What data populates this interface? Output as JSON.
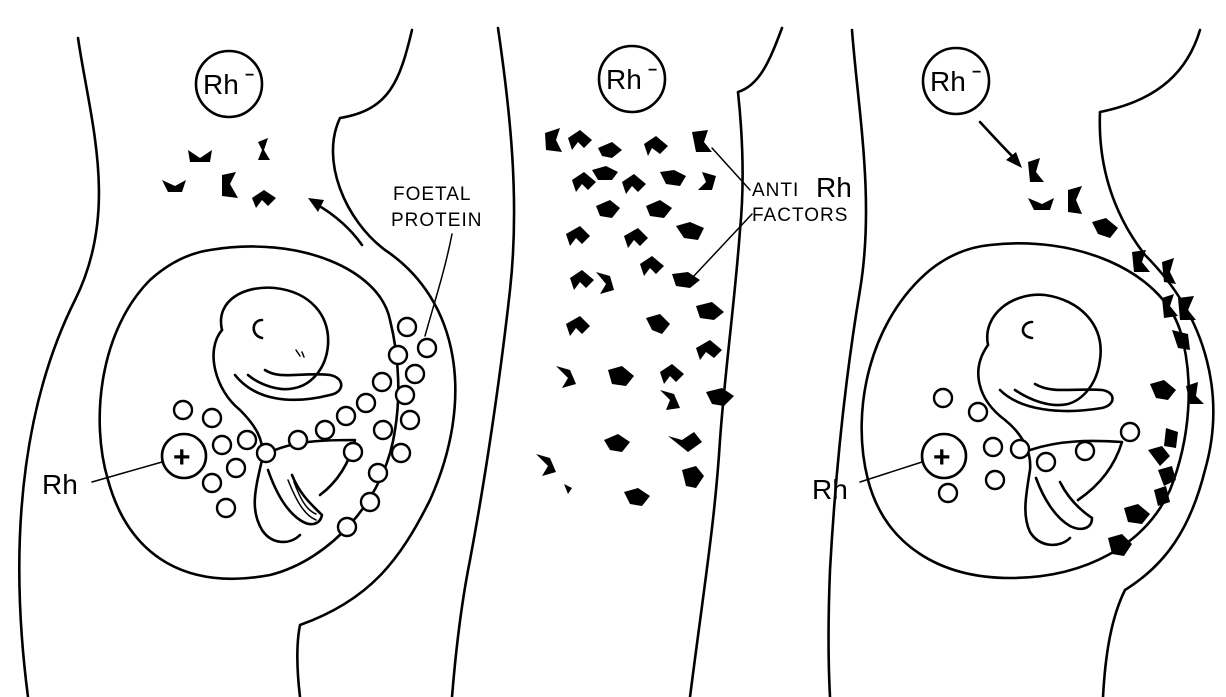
{
  "panels": [
    {
      "id": "panel-1",
      "mother_label": {
        "text": "Rh",
        "sup": "−"
      },
      "fetus_cell_label": {
        "sign": "+"
      },
      "fetus_label": "Rh",
      "annotation": {
        "line1": "FOETAL",
        "line2": "PROTEIN"
      }
    },
    {
      "id": "panel-2",
      "mother_label": {
        "text": "Rh",
        "sup": "−"
      },
      "annotation": {
        "prefix": "ANTI",
        "main": "Rh",
        "line2": "FACTORS"
      }
    },
    {
      "id": "panel-3",
      "mother_label": {
        "text": "Rh",
        "sup": "−"
      },
      "fetus_cell_label": {
        "sign": "+"
      },
      "fetus_label": "Rh"
    }
  ]
}
